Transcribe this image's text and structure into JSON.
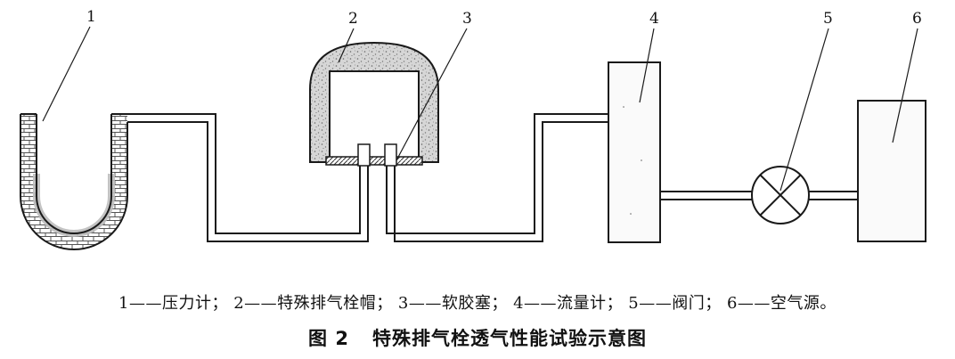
{
  "labels": {
    "n1": "1",
    "n2": "2",
    "n3": "3",
    "n4": "4",
    "n5": "5",
    "n6": "6"
  },
  "legend": {
    "items": [
      "1——压力计",
      "2——特殊排气栓帽",
      "3——软胶塞",
      "4——流量计",
      "5——阀门",
      "6——空气源。"
    ],
    "separator": "；"
  },
  "caption": {
    "figure_number": "图 2",
    "title": "特殊排气栓透气性能试验示意图"
  },
  "colors": {
    "line": "#1a1a1a",
    "speckle": "#c9c9c9",
    "liquid": "#bdbdbd"
  }
}
